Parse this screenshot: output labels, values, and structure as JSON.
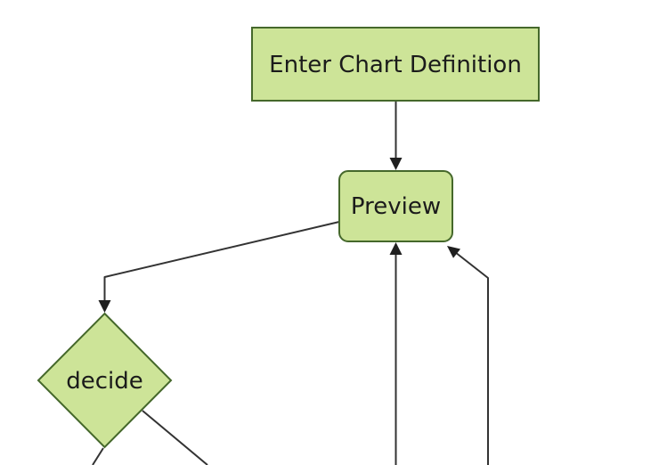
{
  "diagram": {
    "type": "flowchart",
    "direction": "top-down",
    "nodes": [
      {
        "id": "A",
        "label": "Enter Chart Definition",
        "shape": "rectangle"
      },
      {
        "id": "B",
        "label": "Preview",
        "shape": "rounded-rectangle"
      },
      {
        "id": "C",
        "label": "decide",
        "shape": "diamond"
      }
    ],
    "edges": [
      {
        "from": "A",
        "to": "B",
        "arrowhead": true,
        "cropped": false
      },
      {
        "from": "B",
        "to": "C",
        "arrowhead": true,
        "cropped": false
      },
      {
        "from": "C",
        "to": "offscreen-bottom-left",
        "arrowhead": false,
        "cropped": true
      },
      {
        "from": "C",
        "to": "offscreen-bottom-right",
        "arrowhead": false,
        "cropped": true
      },
      {
        "from": "offscreen-bottom-center",
        "to": "B",
        "arrowhead": true,
        "cropped": true
      },
      {
        "from": "offscreen-bottom-right",
        "to": "B",
        "arrowhead": true,
        "cropped": true
      }
    ],
    "colors": {
      "node_fill": "#cde498",
      "node_border": "#45682b",
      "edge_line": "#333333",
      "arrowhead": "#1f1f1f",
      "label_text": "#1b1b1b",
      "background": "#ffffff"
    }
  }
}
